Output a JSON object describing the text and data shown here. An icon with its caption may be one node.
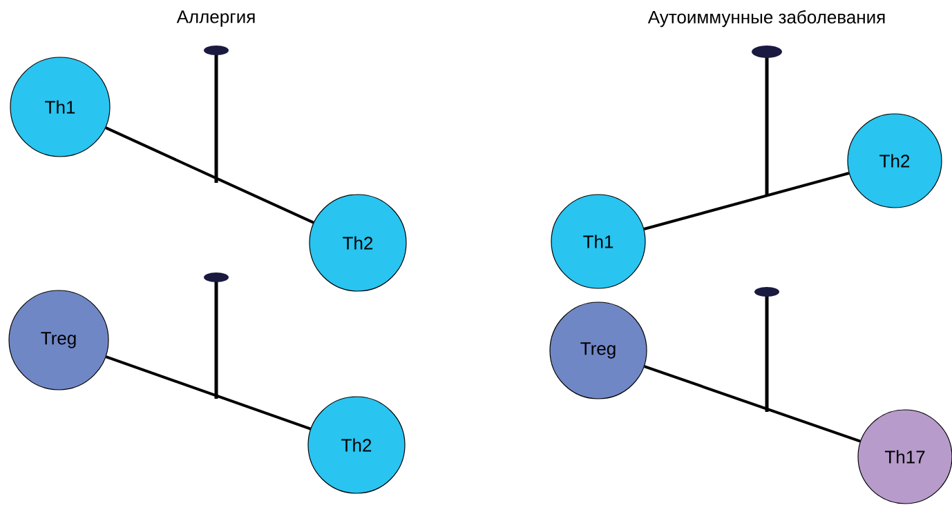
{
  "diagram": {
    "nodes": [
      {
        "text": [
          "Th1"
        ]
      },
      {
        "text": [
          "Th2"
        ]
      },
      {
        "text": [
          "Treg"
        ]
      },
      {
        "text": [
          "Th2"
        ]
      },
      {
        "text": [
          "Th2"
        ]
      },
      {
        "text": [
          "Th1"
        ]
      },
      {
        "text": [
          "Treg"
        ]
      },
      {
        "text": [
          "Th17"
        ]
      }
    ],
    "edges": [
      {
        "from": 0,
        "to": 1,
        "arrow": "none"
      },
      {
        "from": 2,
        "to": 3,
        "arrow": "none"
      },
      {
        "from": 5,
        "to": 4,
        "arrow": "none"
      },
      {
        "from": 6,
        "to": 7,
        "arrow": "none"
      }
    ],
    "labels": [
      "Аллергия",
      "Аутоиммунные заболевания"
    ]
  }
}
